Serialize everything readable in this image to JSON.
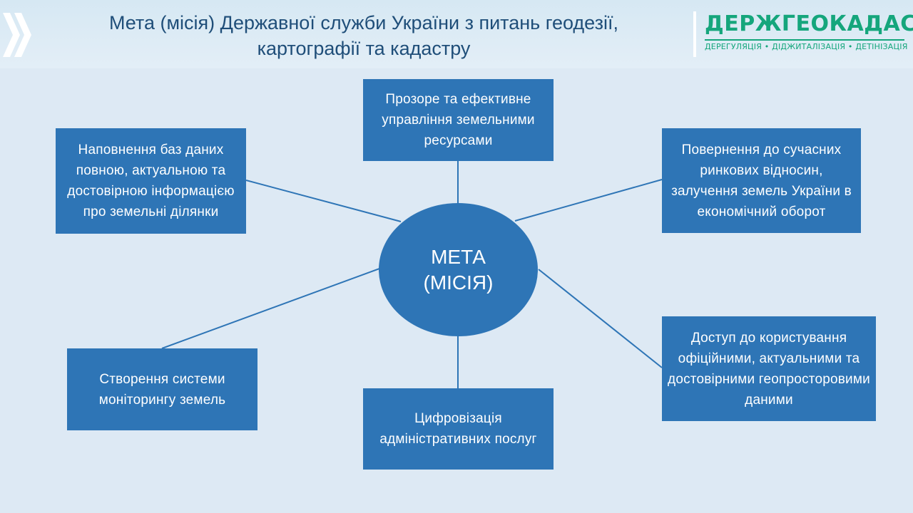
{
  "header": {
    "title": "Мета (місія) Державної служби України з питань геодезії, картографії та кадастру",
    "logo_name": "ДЕРЖГЕОКАДАСТР",
    "logo_tagline": "ДЕРЕГУЛЯЦІЯ • ДІДЖИТАЛІЗАЦІЯ • ДЕТІНІЗАЦІЯ"
  },
  "diagram": {
    "center_label": "МЕТА\n(МІСІЯ)",
    "nodes": {
      "top": "Прозоре та ефективне управління земельними ресурсами",
      "top_left": "Наповнення баз даних повною, актуальною та достовірною інформацією про земельні ділянки",
      "top_right": "Повернення до сучасних ринкових відносин, залучення земель України в економічний оборот",
      "bottom_left": "Створення системи моніторингу земель",
      "bottom": "Цифровізація адміністративних послуг",
      "bottom_right": "Доступ до користування офіційними, актуальними та достовірними геопросторовими даними"
    }
  },
  "colors": {
    "background": "#dde9f4",
    "node_fill": "#2e75b6",
    "title_text": "#1f4e79",
    "logo_green": "#15a67c",
    "connector": "#2e75b6"
  }
}
